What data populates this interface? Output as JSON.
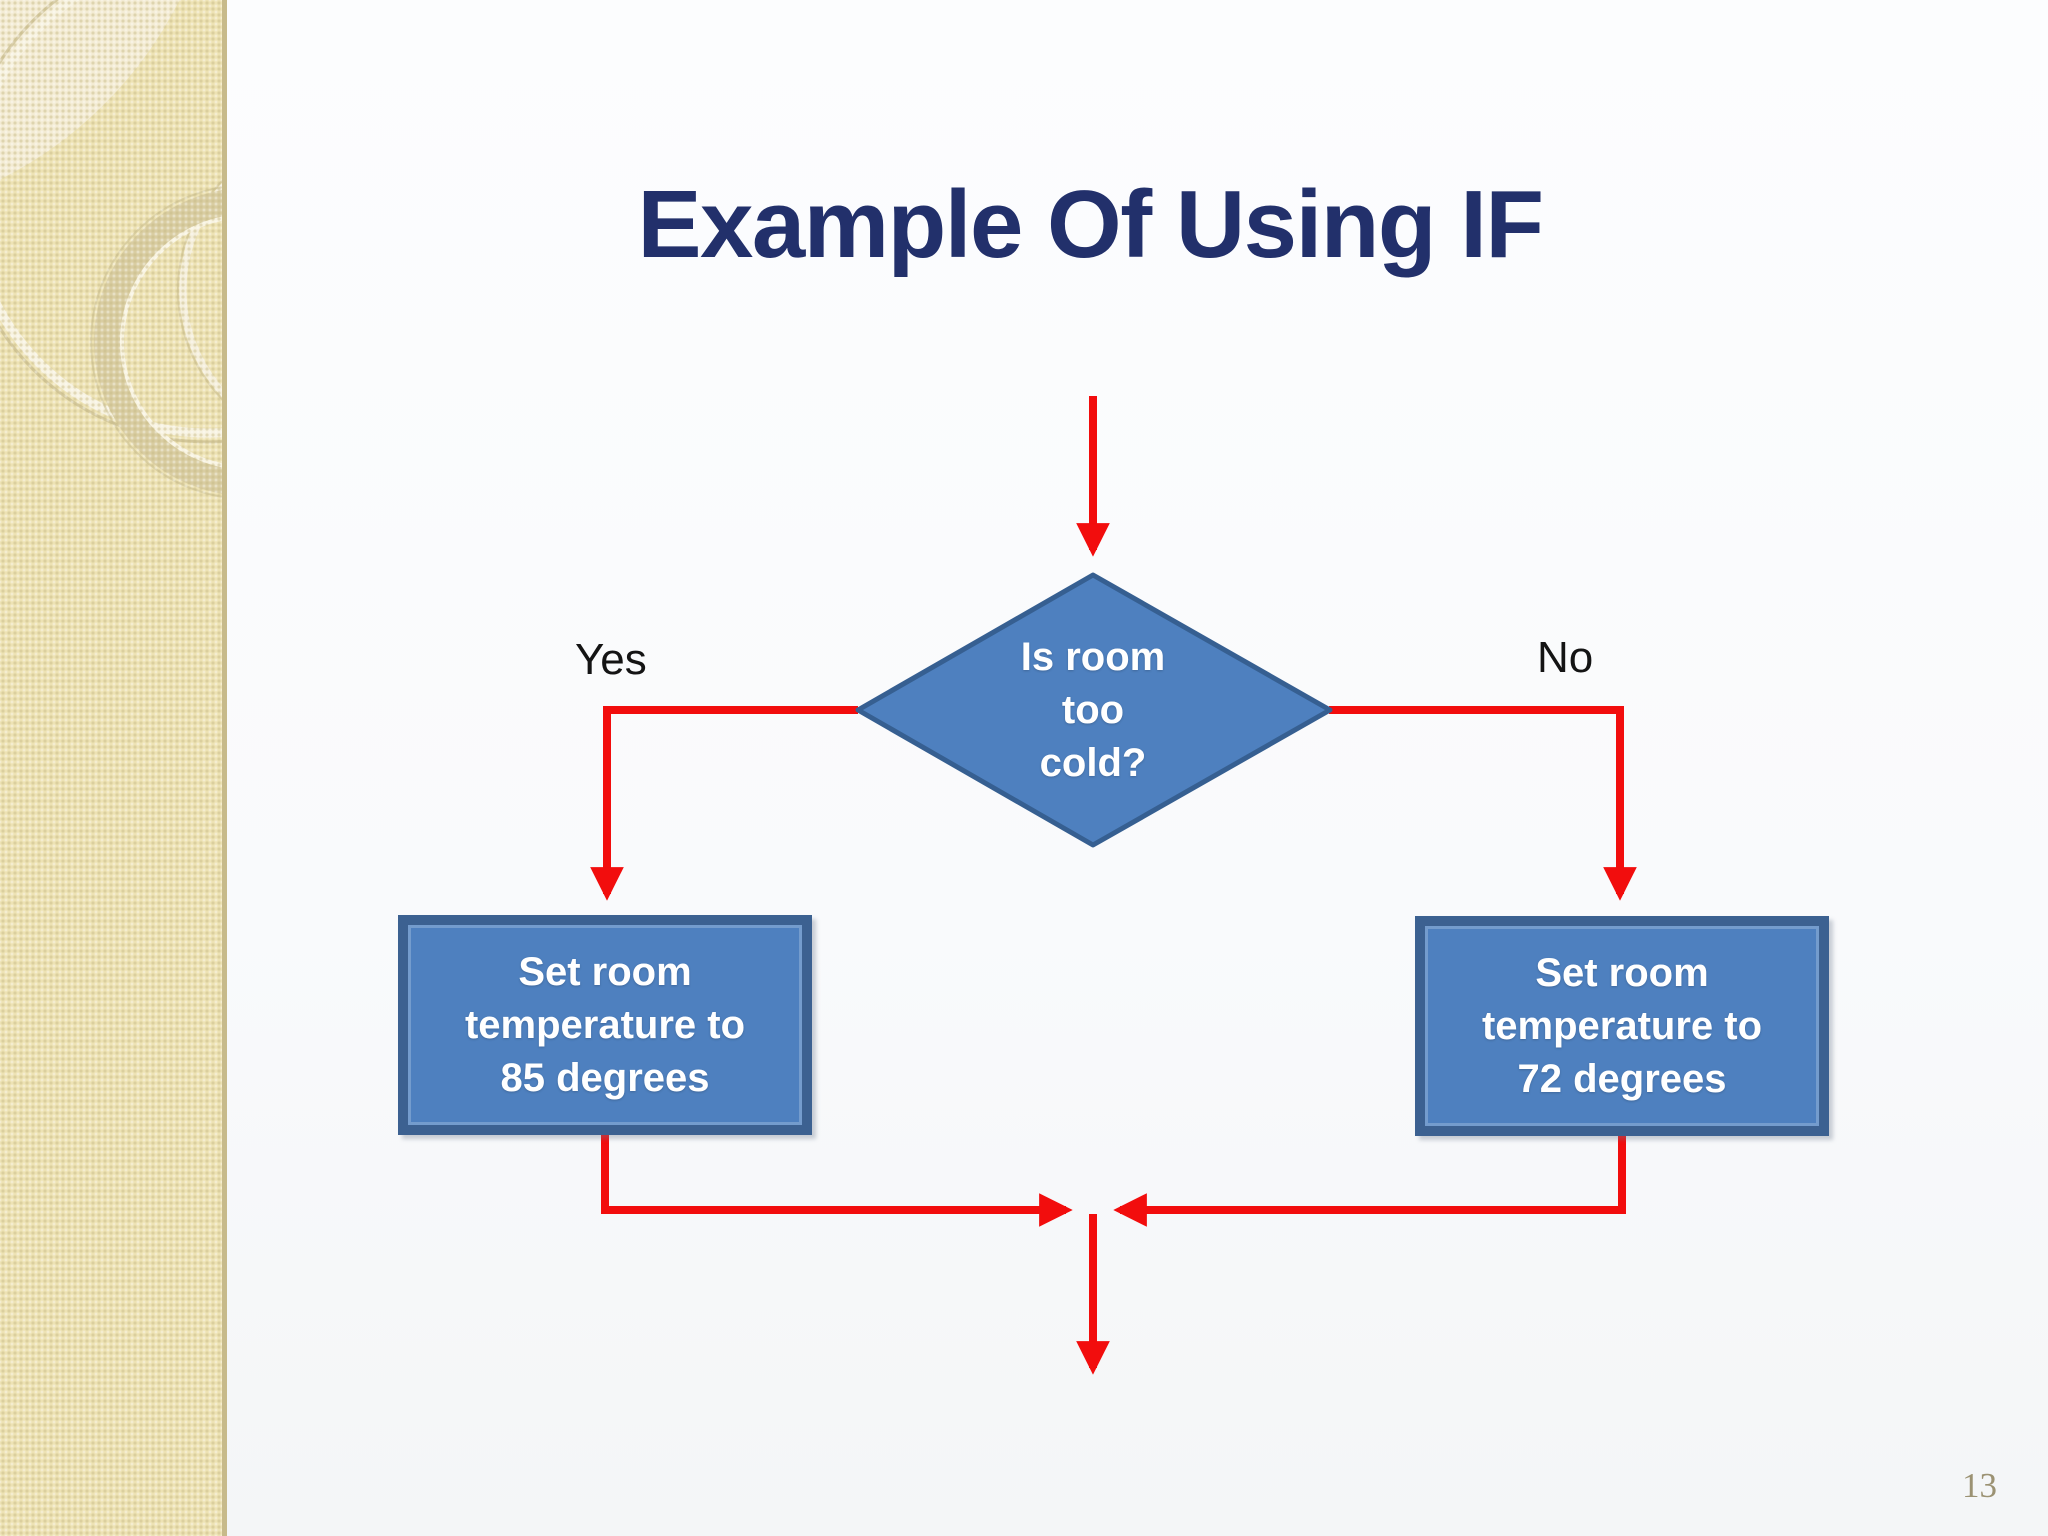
{
  "slide": {
    "title": "Example Of Using IF",
    "page_number": "13"
  },
  "flowchart": {
    "decision": {
      "lines": [
        "Is room",
        "too",
        "cold?"
      ]
    },
    "branch_yes_label": "Yes",
    "branch_no_label": "No",
    "action_yes": {
      "lines": [
        "Set room",
        "temperature to",
        "85 degrees"
      ]
    },
    "action_no": {
      "lines": [
        "Set room",
        "temperature to",
        "72 degrees"
      ]
    }
  },
  "colors": {
    "title_text": "#22306b",
    "shape_fill": "#4e80bf",
    "shape_border": "#3c6191",
    "shape_text": "#ffffff",
    "arrow_red": "#f20d0d",
    "branch_label_text": "#141414",
    "sidebar_beige": "#ede2b4",
    "sidebar_edge": "#c7ba8a",
    "page_number_text": "#9b9273"
  }
}
